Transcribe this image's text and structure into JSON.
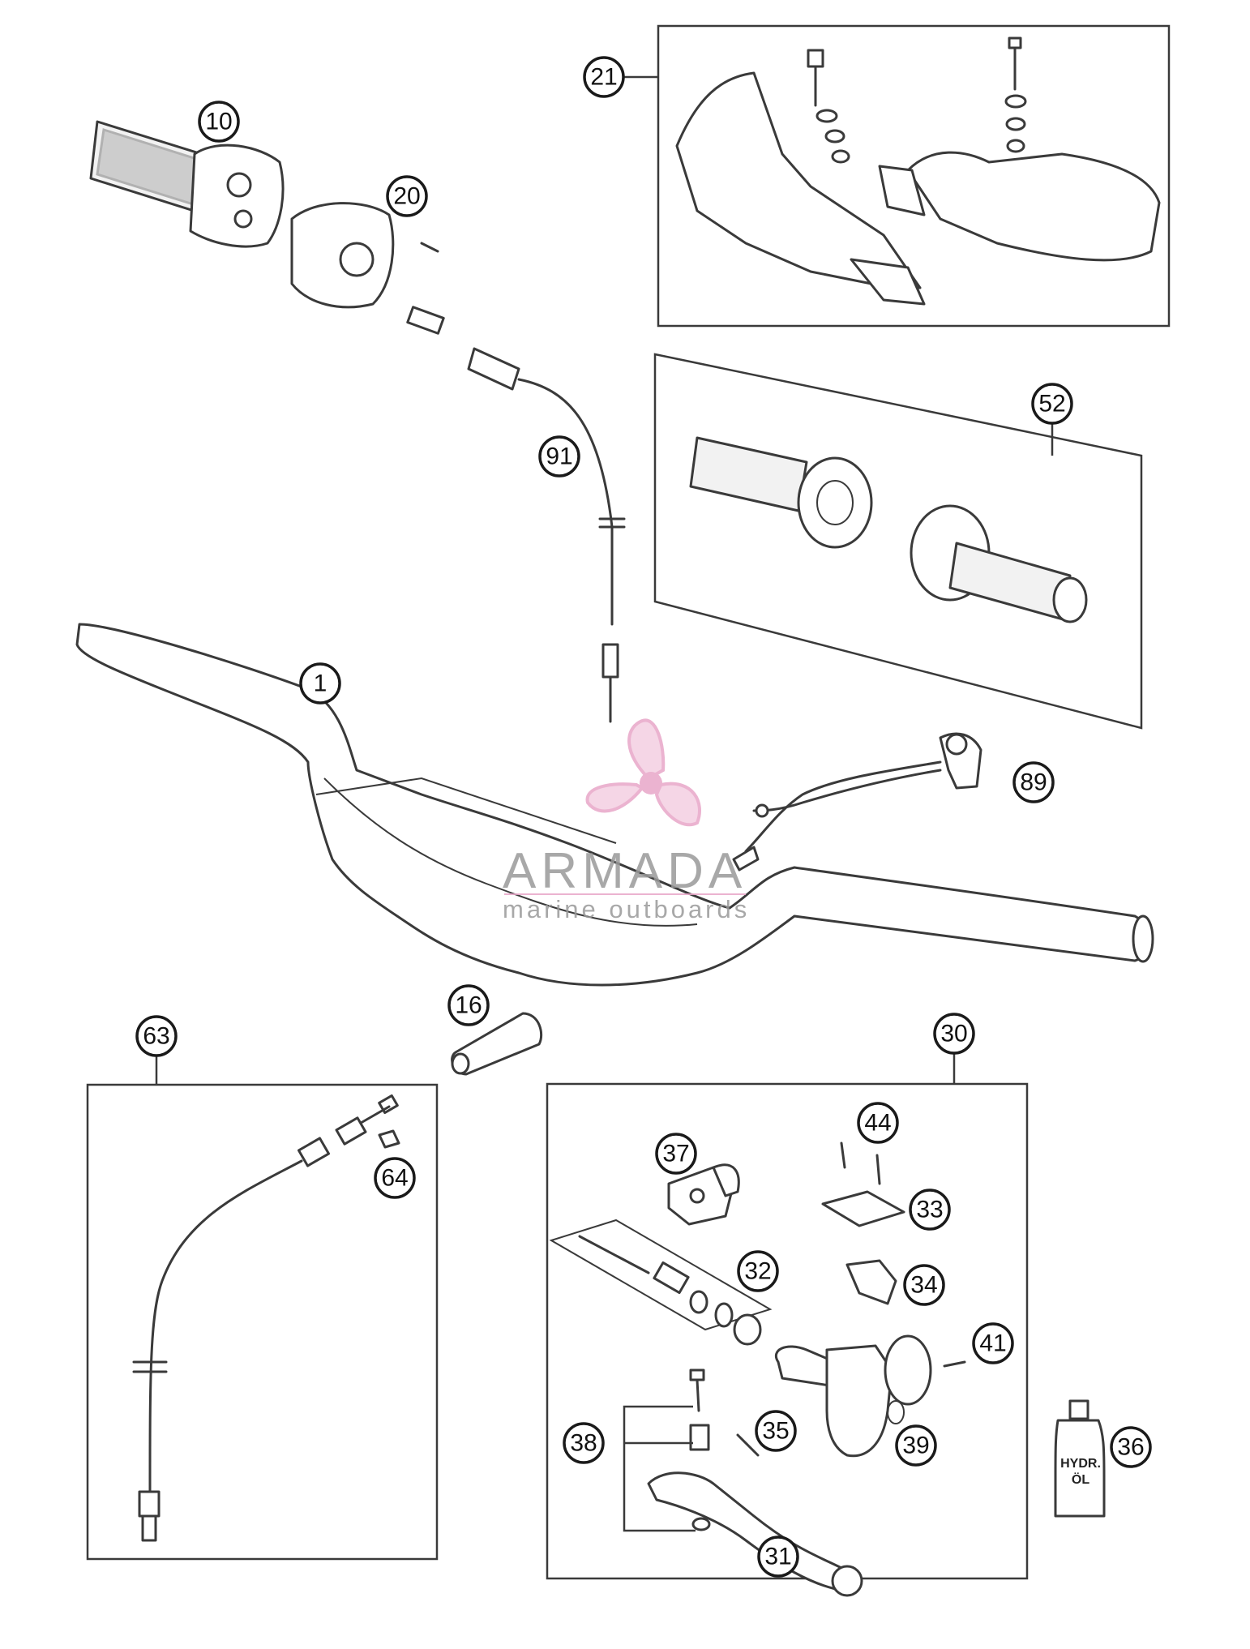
{
  "watermark": {
    "brand": "ARMADA",
    "tagline": "marine outboards",
    "accent_color": "#e8a6c8",
    "icon": "propeller-logo-icon"
  },
  "callouts": [
    {
      "id": "c1",
      "label": "1"
    },
    {
      "id": "c10",
      "label": "10"
    },
    {
      "id": "c16",
      "label": "16"
    },
    {
      "id": "c20",
      "label": "20"
    },
    {
      "id": "c21",
      "label": "21"
    },
    {
      "id": "c30",
      "label": "30"
    },
    {
      "id": "c31",
      "label": "31"
    },
    {
      "id": "c32",
      "label": "32"
    },
    {
      "id": "c33",
      "label": "33"
    },
    {
      "id": "c34",
      "label": "34"
    },
    {
      "id": "c35",
      "label": "35"
    },
    {
      "id": "c36",
      "label": "36"
    },
    {
      "id": "c37",
      "label": "37"
    },
    {
      "id": "c38",
      "label": "38"
    },
    {
      "id": "c39",
      "label": "39"
    },
    {
      "id": "c41",
      "label": "41"
    },
    {
      "id": "c44",
      "label": "44"
    },
    {
      "id": "c52",
      "label": "52"
    },
    {
      "id": "c63",
      "label": "63"
    },
    {
      "id": "c64",
      "label": "64"
    },
    {
      "id": "c89",
      "label": "89"
    },
    {
      "id": "c91",
      "label": "91"
    }
  ],
  "bottle_label": {
    "line1": "HYDR.",
    "line2": "ÖL"
  }
}
